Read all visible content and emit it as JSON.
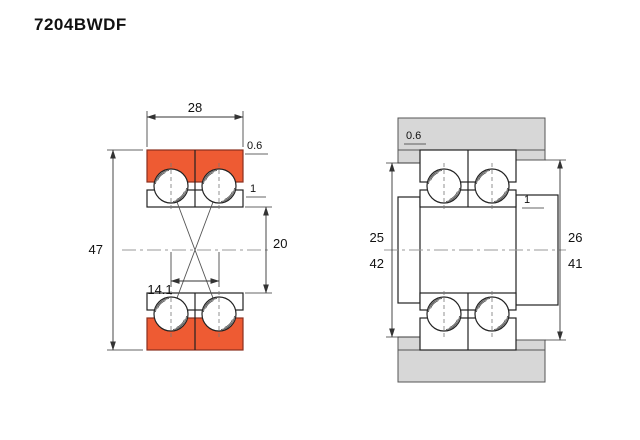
{
  "title": "7204BWDF",
  "colors": {
    "outer_ring_orange": "#ee5b33",
    "housing_gray": "#d7d7d7",
    "line_black": "#222222"
  },
  "left_view": {
    "dims": {
      "width": "28",
      "outer_diameter": "47",
      "bore": "20",
      "load_center_distance": "14.1",
      "outer_ring_chamfer": "0.6",
      "inner_ring_chamfer": "1"
    }
  },
  "right_view": {
    "dims": {
      "housing_fillet": "0.6",
      "shaft_fillet": "1",
      "shaft_abutment_left": "25",
      "housing_abutment_left": "42",
      "shaft_abutment_right": "26",
      "housing_abutment_right": "41"
    }
  }
}
